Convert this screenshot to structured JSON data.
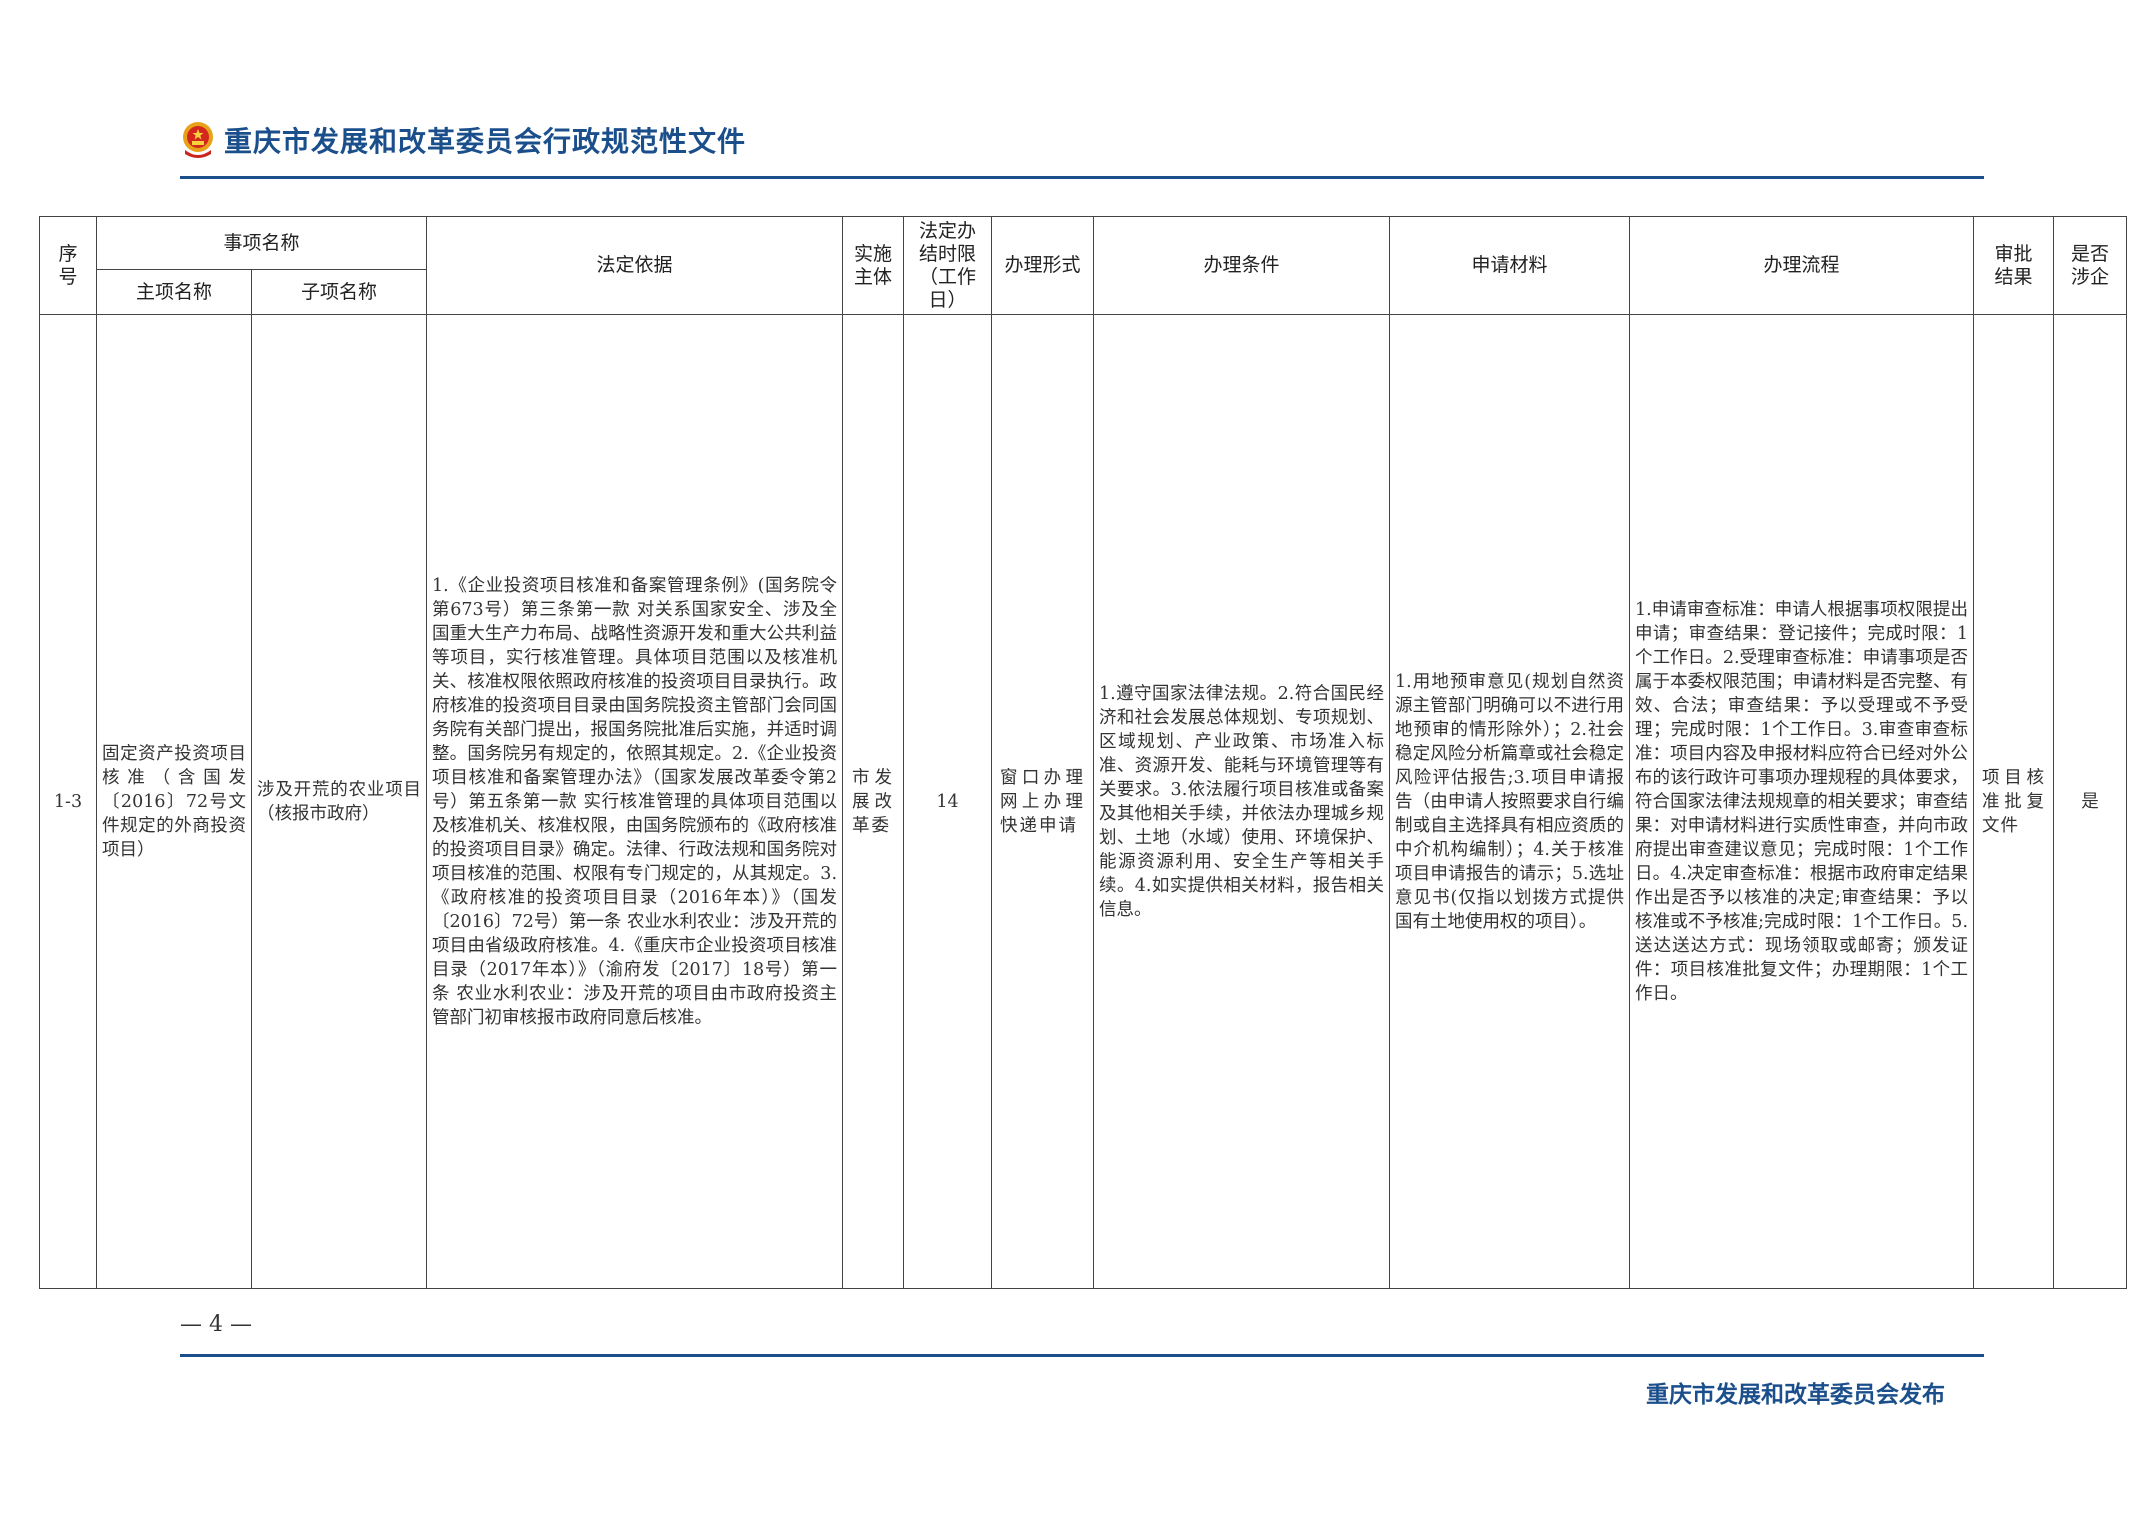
{
  "header": {
    "title": "重庆市发展和改革委员会行政规范性文件",
    "emblem": "national-emblem"
  },
  "colors": {
    "brand": "#1b4f8c"
  },
  "table": {
    "headers": {
      "seq": "序号",
      "item_name": "事项名称",
      "main_item": "主项名称",
      "sub_item": "子项名称",
      "legal_basis": "法定依据",
      "subject": "实施主体",
      "time_limit": "法定办结时限（工作日）",
      "form": "办理形式",
      "conditions": "办理条件",
      "materials": "申请材料",
      "process": "办理流程",
      "result": "审批结果",
      "enterprise": "是否涉企"
    },
    "rows": [
      {
        "seq": "1-3",
        "main_item": "固定资产投资项目核准（含国发〔2016〕72号文件规定的外商投资项目）",
        "sub_item": "涉及开荒的农业项目（核报市政府）",
        "legal_basis": "1.《企业投资项目核准和备案管理条例》(国务院令第673号）第三条第一款 对关系国家安全、涉及全国重大生产力布局、战略性资源开发和重大公共利益等项目，实行核准管理。具体项目范围以及核准机关、核准权限依照政府核准的投资项目目录执行。政府核准的投资项目目录由国务院投资主管部门会同国务院有关部门提出，报国务院批准后实施，并适时调整。国务院另有规定的，依照其规定。2.《企业投资项目核准和备案管理办法》（国家发展改革委令第2号）第五条第一款 实行核准管理的具体项目范围以及核准机关、核准权限，由国务院颁布的《政府核准的投资项目目录》确定。法律、行政法规和国务院对项目核准的范围、权限有专门规定的，从其规定。3.《政府核准的投资项目目录（2016年本）》（国发〔2016〕72号）第一条 农业水利农业：涉及开荒的项目由省级政府核准。4.《重庆市企业投资项目核准目录（2017年本）》（渝府发〔2017〕18号）第一条 农业水利农业：涉及开荒的项目由市政府投资主管部门初审核报市政府同意后核准。",
        "subject": "市发展改革委",
        "time_limit": "14",
        "form": "窗口办理网上办理快递申请",
        "conditions": "1.遵守国家法律法规。2.符合国民经济和社会发展总体规划、专项规划、区域规划、产业政策、市场准入标准、资源开发、能耗与环境管理等有关要求。3.依法履行项目核准或备案及其他相关手续，并依法办理城乡规划、土地（水域）使用、环境保护、能源资源利用、安全生产等相关手续。4.如实提供相关材料，报告相关信息。",
        "materials": "1.用地预审意见(规划自然资源主管部门明确可以不进行用地预审的情形除外）；2.社会稳定风险分析篇章或社会稳定风险评估报告;3.项目申请报告（由申请人按照要求自行编制或自主选择具有相应资质的中介机构编制）；4.关于核准项目申请报告的请示；5.选址意见书(仅指以划拨方式提供国有土地使用权的项目）。",
        "process": "1.申请审查标准：申请人根据事项权限提出申请；审查结果：登记接件；完成时限：1个工作日。2.受理审查标准：申请事项是否属于本委权限范围；申请材料是否完整、有效、合法；审查结果：予以受理或不予受理；完成时限：1个工作日。3.审查审查标准：项目内容及申报材料应符合已经对外公布的该行政许可事项办理规程的具体要求，符合国家法律法规规章的相关要求；审查结果：对申请材料进行实质性审查，并向市政府提出审查建议意见；完成时限：1个工作日。4.决定审查标准：根据市政府审定结果作出是否予以核准的决定;审查结果：予以核准或不予核准;完成时限：1个工作日。5.送达送达方式：现场领取或邮寄；颁发证件：项目核准批复文件；办理期限：1个工作日。",
        "result": "项目核准批复文件",
        "enterprise": "是"
      }
    ]
  },
  "footer": {
    "page": "— 4 —",
    "publisher": "重庆市发展和改革委员会发布"
  }
}
